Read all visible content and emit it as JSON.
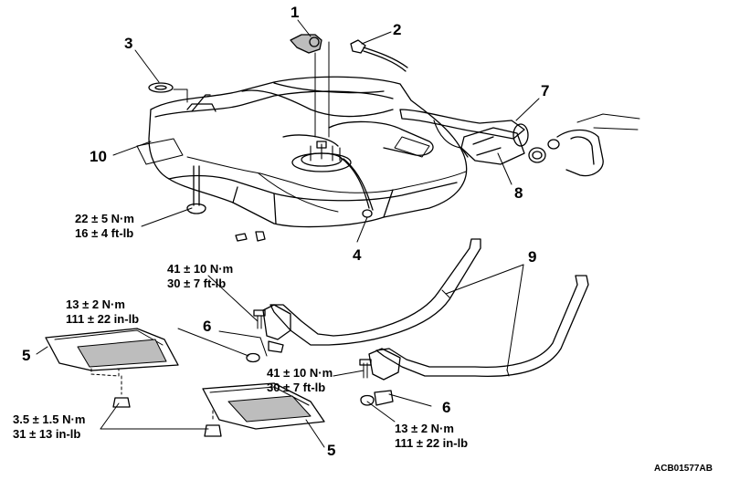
{
  "callouts": [
    {
      "id": "1",
      "text": "1"
    },
    {
      "id": "2",
      "text": "2"
    },
    {
      "id": "3",
      "text": "3"
    },
    {
      "id": "4",
      "text": "4"
    },
    {
      "id": "5a",
      "text": "5"
    },
    {
      "id": "5b",
      "text": "5"
    },
    {
      "id": "6a",
      "text": "6"
    },
    {
      "id": "6b",
      "text": "6"
    },
    {
      "id": "7",
      "text": "7"
    },
    {
      "id": "8",
      "text": "8"
    },
    {
      "id": "9",
      "text": "9"
    },
    {
      "id": "10",
      "text": "10"
    }
  ],
  "torques": {
    "tank_nut": {
      "metric": "22 ± 5 N·m",
      "imperial": "16 ± 4 ft-lb"
    },
    "strap_bolt_upper": {
      "metric": "41 ± 10 N·m",
      "imperial": "30 ± 7 ft-lb"
    },
    "bracket_bolt_left": {
      "metric": "13 ± 2 N·m",
      "imperial": "111 ± 22 in-lb"
    },
    "strap_bolt_lower": {
      "metric": "41 ± 10 N·m",
      "imperial": "30 ± 7 ft-lb"
    },
    "bracket_bolt_right": {
      "metric": "13 ± 2 N·m",
      "imperial": "111 ± 22 in-lb"
    },
    "heat_shield_nut": {
      "metric": "3.5 ± 1.5 N·m",
      "imperial": "31 ± 13 in-lb"
    }
  },
  "figure_code": "ACB01577AB",
  "colors": {
    "line": "#000000",
    "background": "#ffffff",
    "shade": "#bdbdbd"
  }
}
